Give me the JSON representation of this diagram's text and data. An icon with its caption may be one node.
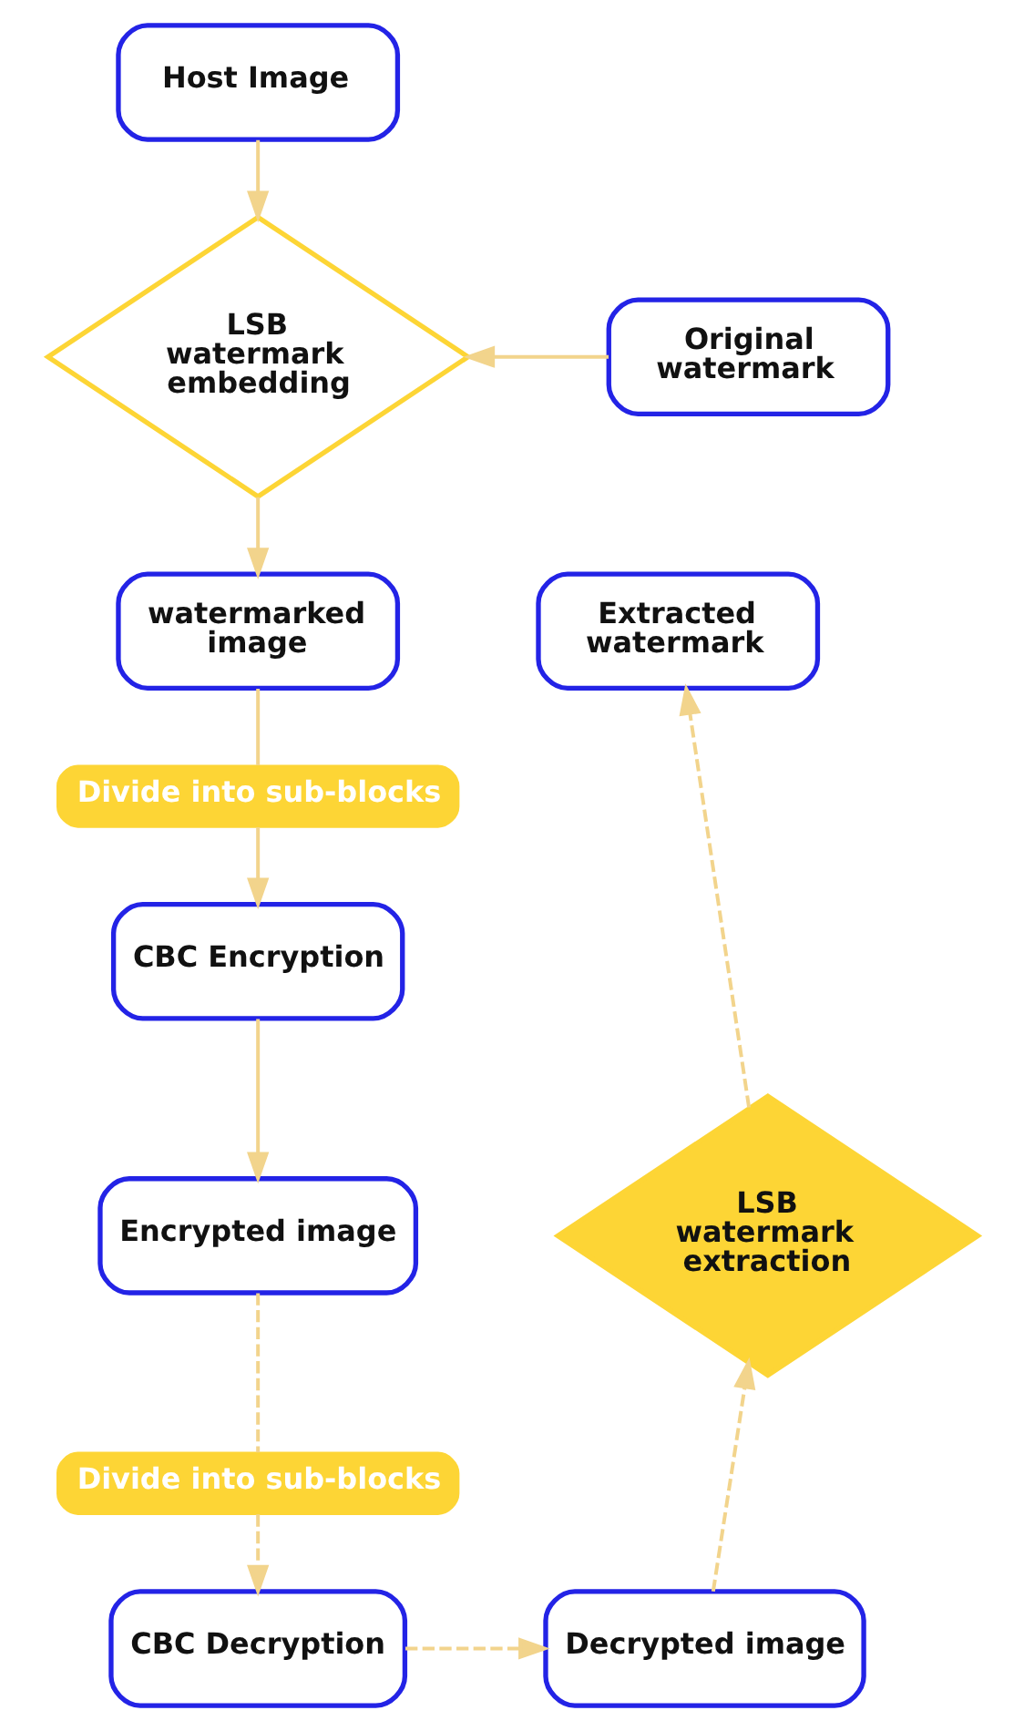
{
  "diagram": {
    "nodes": [
      {
        "text": [
          "Host Image"
        ]
      },
      {
        "text": [
          "LSB watermark embedding"
        ]
      },
      {
        "text": [
          "Original watermark"
        ]
      },
      {
        "text": [
          "watermarked image"
        ]
      },
      {
        "text": [
          "Divide into sub-blocks"
        ]
      },
      {
        "text": [
          "CBC Encryption"
        ]
      },
      {
        "text": [
          "Encrypted image"
        ]
      },
      {
        "text": [
          "Divide into sub-blocks"
        ]
      },
      {
        "text": [
          "CBC Decryption"
        ]
      },
      {
        "text": [
          "Decrypted image"
        ]
      },
      {
        "text": [
          "LSB watermark extraction"
        ]
      },
      {
        "text": [
          "Extracted watermark"
        ]
      }
    ],
    "edges": [
      {
        "from": 0,
        "to": 1,
        "arrow": "to"
      },
      {
        "from": 2,
        "to": 1,
        "arrow": "to"
      },
      {
        "from": 1,
        "to": 3,
        "arrow": "to"
      },
      {
        "from": 3,
        "to": 4,
        "arrow": "none"
      },
      {
        "from": 4,
        "to": 5,
        "arrow": "to"
      },
      {
        "from": 5,
        "to": 6,
        "arrow": "to"
      },
      {
        "from": 6,
        "to": 7,
        "arrow": "none",
        "style": "dashed"
      },
      {
        "from": 7,
        "to": 8,
        "arrow": "to",
        "style": "dashed"
      },
      {
        "from": 8,
        "to": 9,
        "arrow": "to",
        "style": "dashed"
      },
      {
        "from": 9,
        "to": 10,
        "arrow": "to",
        "style": "dashed"
      },
      {
        "from": 10,
        "to": 11,
        "arrow": "to",
        "style": "dashed"
      }
    ]
  }
}
